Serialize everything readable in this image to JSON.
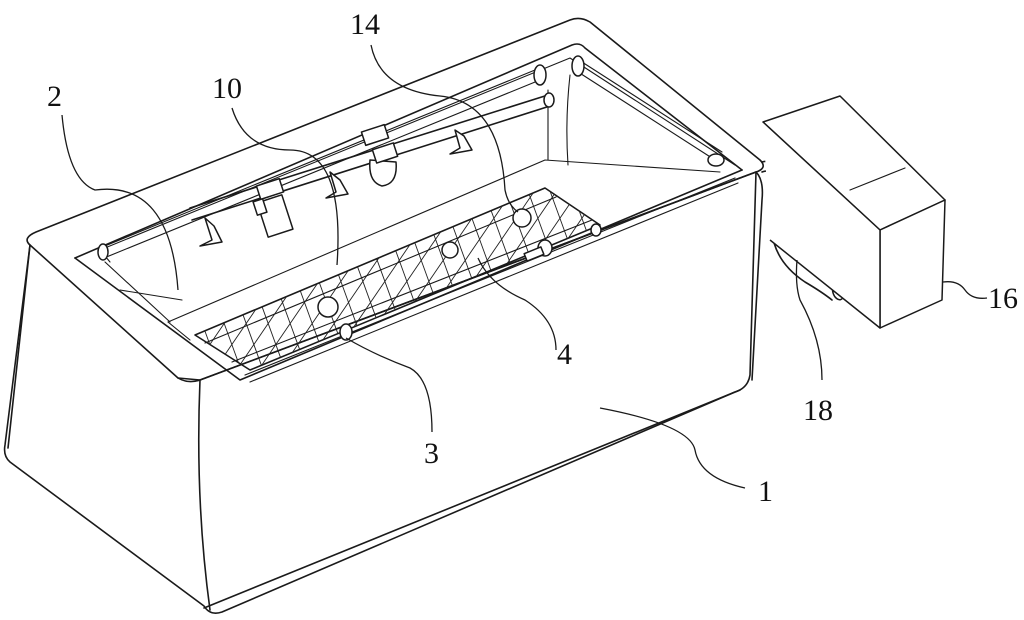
{
  "figure": {
    "labels": [
      {
        "id": "ref-2",
        "text": "2"
      },
      {
        "id": "ref-10",
        "text": "10"
      },
      {
        "id": "ref-14",
        "text": "14"
      },
      {
        "id": "ref-16",
        "text": "16"
      },
      {
        "id": "ref-18",
        "text": "18"
      },
      {
        "id": "ref-4",
        "text": "4"
      },
      {
        "id": "ref-3",
        "text": "3"
      },
      {
        "id": "ref-1",
        "text": "1"
      }
    ]
  }
}
